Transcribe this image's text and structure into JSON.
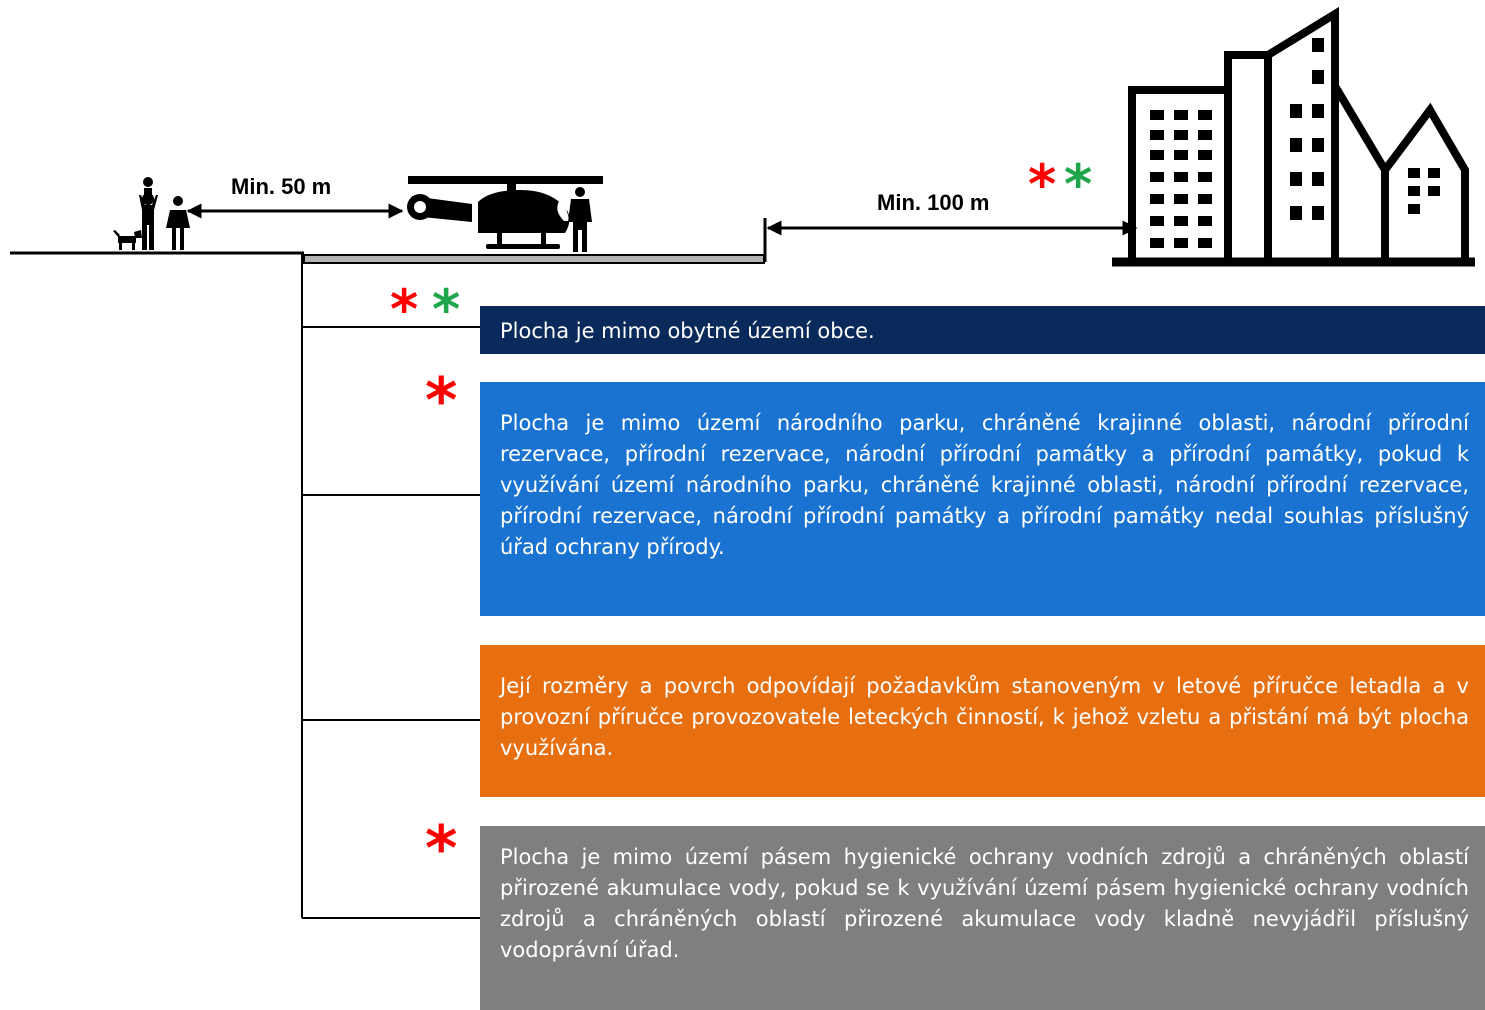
{
  "distances": {
    "people_label": "Min. 50 m",
    "buildings_label": "Min. 100 m"
  },
  "markers": {
    "symbol": "*",
    "red": "#ff0000",
    "green": "#1fa64a"
  },
  "conditions": [
    {
      "text": "Plocha je mimo obytné území obce.",
      "color": "#0a2a5c",
      "stars": [
        "red",
        "green"
      ]
    },
    {
      "text": "Plocha je mimo území národního parku, chráněné krajinné oblasti, národní přírodní rezervace, přírodní rezervace, národní přírodní památky a přírodní památky, pokud k využívání území národního parku, chráněné krajinné oblasti, národní přírodní rezervace, přírodní rezervace, národní přírodní památky a přírodní památky nedal souhlas příslušný úřad ochrany přírody.",
      "color": "#1a73d0",
      "stars": [
        "red"
      ]
    },
    {
      "text": "Její rozměry a povrch odpovídají požadavkům stanoveným v letové příručce letadla a v provozní příručce provozovatele leteckých činností, k jehož vzletu a přistání má být plocha využívána.",
      "color": "#e86f10",
      "stars": []
    },
    {
      "text": "Plocha je mimo území pásem hygienické ochrany vodních zdrojů a chráněných oblastí přirozené akumulace vody, pokud se k využívání území pásem hygienické ochrany vodních zdrojů a chráněných oblastí přirozené akumulace vody kladně nevyjádřil příslušný vodoprávní úřad.",
      "color": "#7f7f7f",
      "stars": [
        "red"
      ]
    }
  ]
}
